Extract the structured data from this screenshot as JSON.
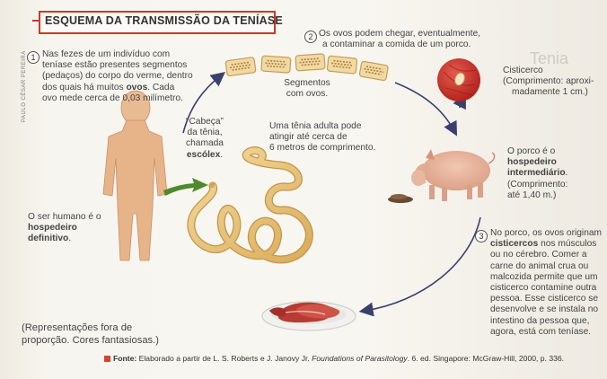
{
  "title": "ESQUEMA DA TRANSMISSÃO DA TENÍASE",
  "credit": "PAULO CÉSAR PEREIRA",
  "step1": {
    "number": "1",
    "line1": "Nas fezes de um indivíduo com",
    "line2": "teníase estão presentes segmentos",
    "line3": "(pedaços) do corpo do verme, dentro",
    "line4a": "dos quais há muitos ",
    "line4b": "ovos",
    "line4c": ". Cada",
    "line5": "ovo mede cerca de 0,03 milímetro."
  },
  "step2": {
    "number": "2",
    "line1": "Os ovos podem chegar, eventualmente,",
    "line2": "a contaminar a comida de um porco."
  },
  "step3": {
    "number": "3",
    "line1a": "No porco, os ovos originam",
    "line2a": "cisticercos",
    "line2b": " nos músculos",
    "line3": "ou no cérebro. Comer a",
    "line4": "carne do animal crua ou",
    "line5": "malcozida permite que um",
    "line6": "cisticerco contamine outra",
    "line7": "pessoa. Esse cisticerco se",
    "line8": "desenvolve e se instala no",
    "line9": "intestino da pessoa que,",
    "line10": "agora, está com teníase."
  },
  "segments_label": {
    "line1": "Segmentos",
    "line2": "com ovos."
  },
  "head_label": {
    "line1": "“Cabeça”",
    "line2": "da tênia,",
    "line3": "chamada",
    "line4": "escólex",
    "line4_end": "."
  },
  "worm_label": {
    "line1": "Uma tênia adulta pode",
    "line2": "atingir até cerca de",
    "line3": "6 metros de comprimento."
  },
  "cysticercus_label": {
    "line1": "Cisticerco",
    "line2": "(Comprimento: aproxi-",
    "line3": "madamente 1 cm.)"
  },
  "pig_label": {
    "line1": "O porco é o",
    "line2": "hospedeiro",
    "line3": "intermediário",
    "line3_end": ".",
    "line4": "(Comprimento:",
    "line5": "até 1,40 m.)"
  },
  "human_label": {
    "line1": "O ser humano é o",
    "line2": "hospedeiro",
    "line3": "definitivo",
    "line3_end": "."
  },
  "note": {
    "line1": "(Representações fora de",
    "line2": "proporção. Cores fantasiosas.)"
  },
  "footer": {
    "label": "Fonte:",
    "text1": " Elaborado a partir de L. S. Roberts e J. Janovy Jr. ",
    "book": "Foundations of Parasitology",
    "text2": ". 6. ed. Singapore: McGraw-Hill, 2000, p. 336."
  },
  "colors": {
    "accent": "#c9392b",
    "arrow": "#3a3f6e",
    "green_arrow": "#4d8a2e",
    "worm": "#e9c77e",
    "pig": "#e6b29a"
  }
}
